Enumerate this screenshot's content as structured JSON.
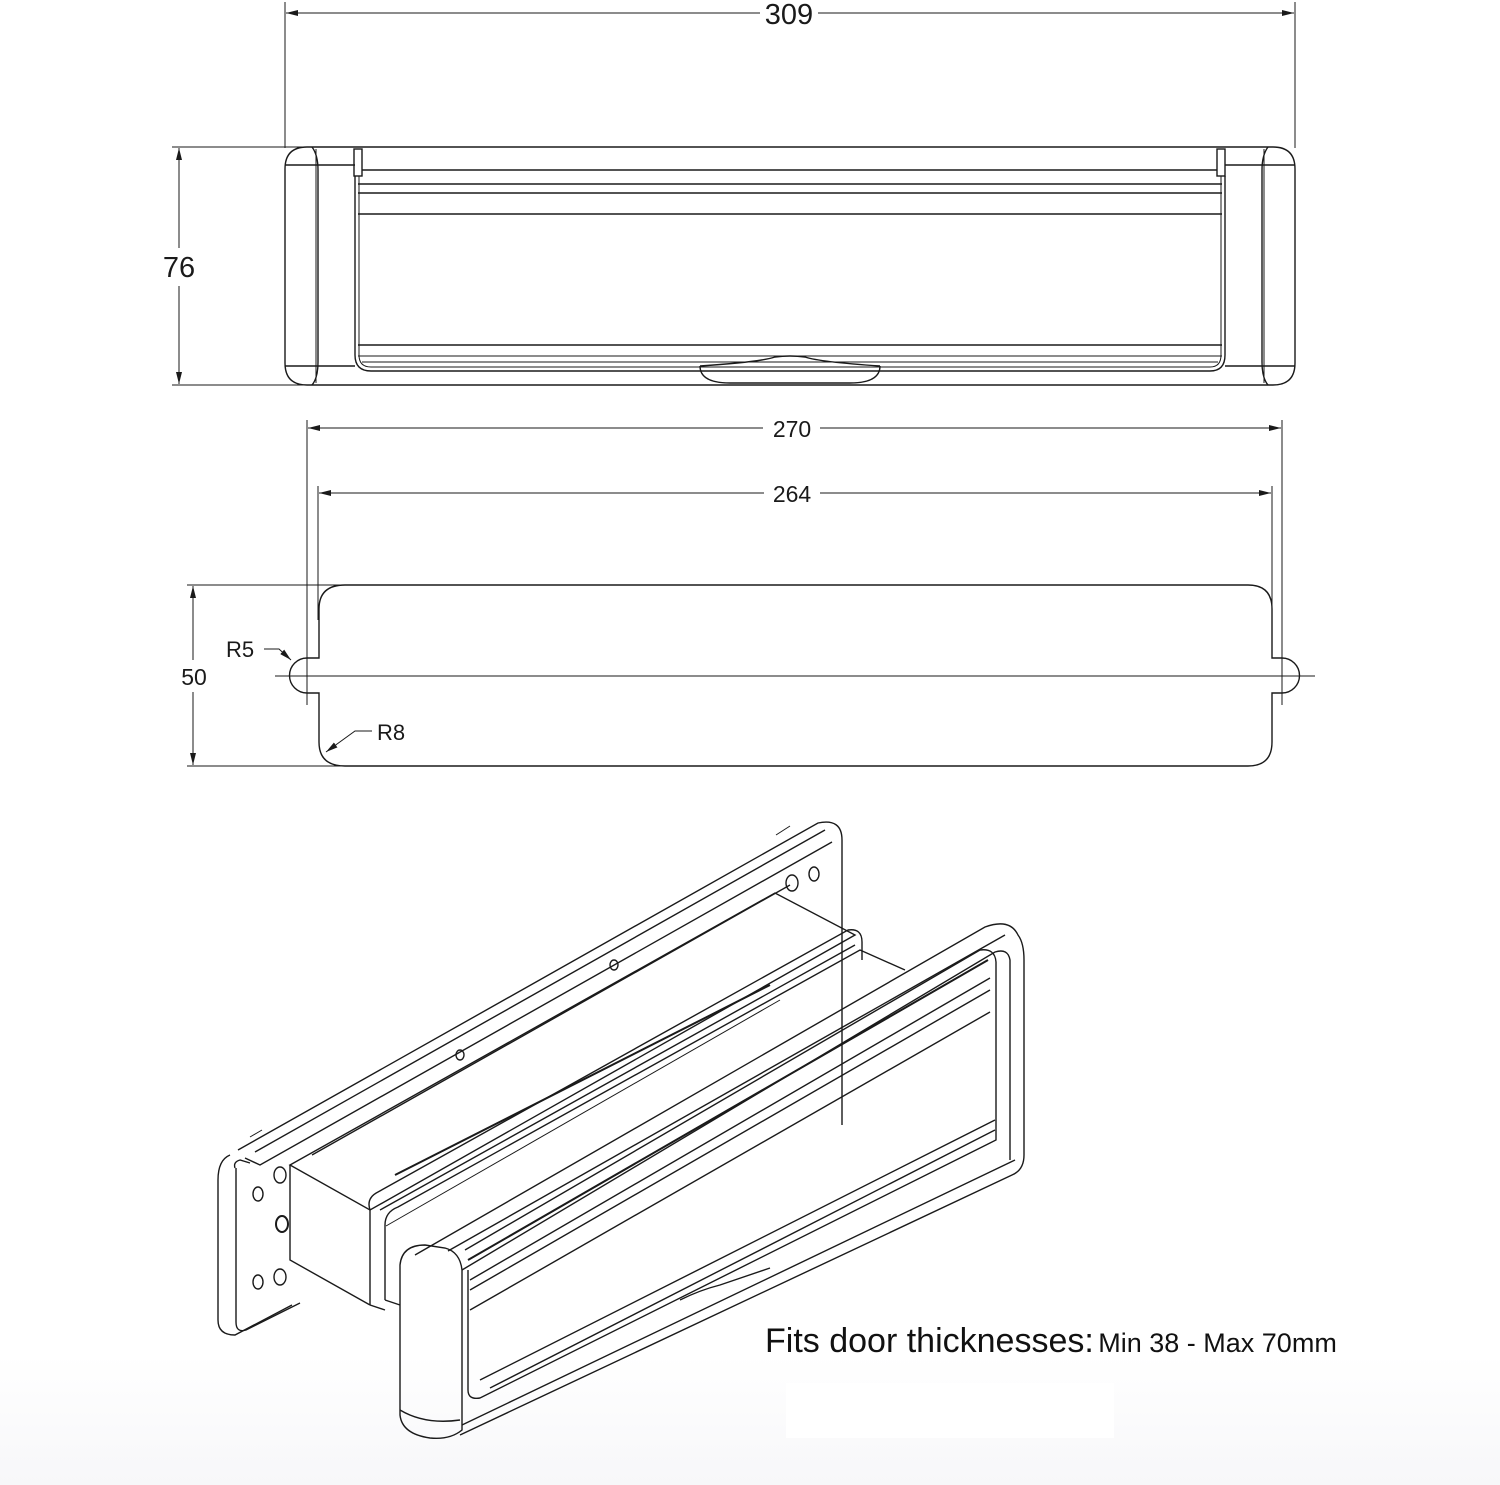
{
  "drawing": {
    "subject": "letter plate / letterbox technical drawing",
    "front_view": {
      "overall_width": "309",
      "overall_height": "76"
    },
    "cutout_view": {
      "outer_width": "270",
      "inner_width": "264",
      "height": "50",
      "radius_small": "R5",
      "radius_corner": "R8"
    },
    "caption": {
      "lead": "Fits door thicknesses:",
      "value": "Min 38 - Max 70mm"
    }
  },
  "colors": {
    "line": "#1a1a1a",
    "background": "#ffffff"
  }
}
